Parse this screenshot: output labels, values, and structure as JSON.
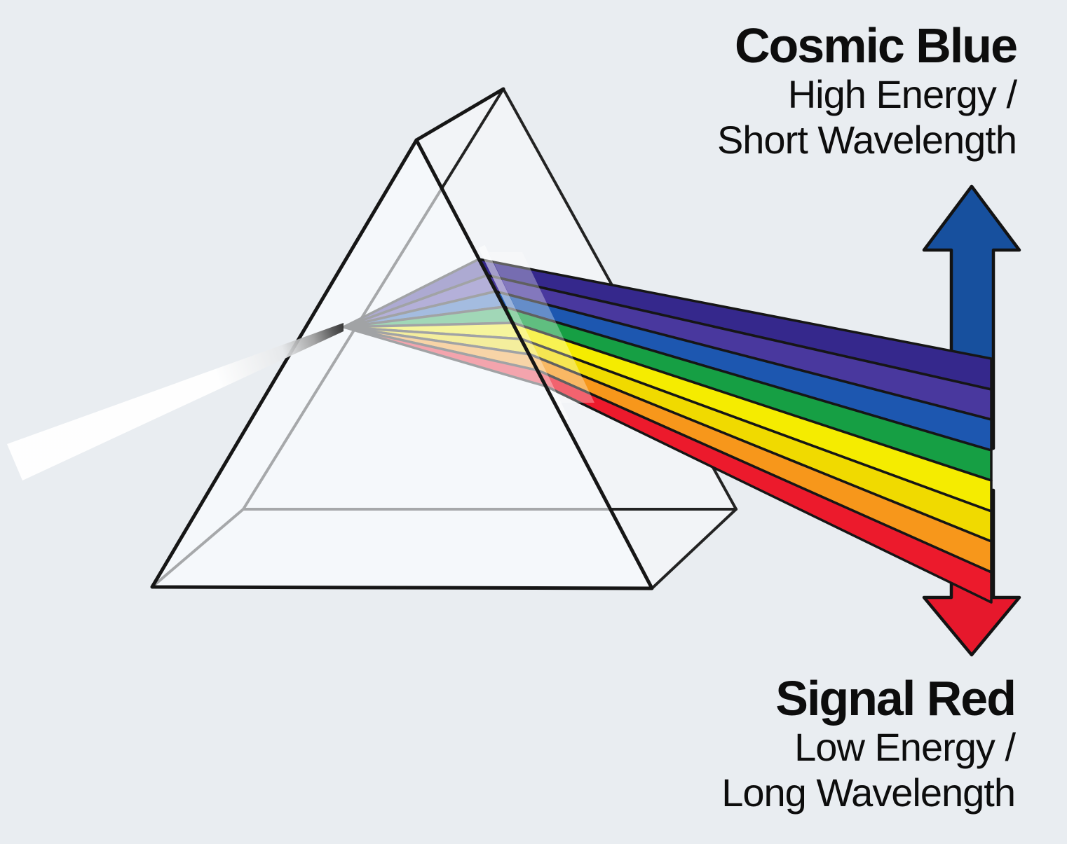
{
  "background_color": "#e9edf1",
  "labels": {
    "top": {
      "title": "Cosmic Blue",
      "subtitle_line1": "High Energy /",
      "subtitle_line2": "Short Wavelength"
    },
    "bottom": {
      "title": "Signal Red",
      "subtitle_line1": "Low Energy /",
      "subtitle_line2": "Long Wavelength"
    }
  },
  "prism": {
    "outline_color": "#161616",
    "back_edge_color": "#232323",
    "glass_tint": "rgba(255,255,255,0.42)"
  },
  "light_beam": {
    "color": "#ffffff",
    "tip_color": "#303030"
  },
  "arrows": {
    "up_color": "#17509e",
    "down_color": "#e6182c",
    "outline_color": "#131313"
  },
  "spectrum": {
    "separator_color": "#161616",
    "bands": [
      {
        "name": "indigo",
        "color": "#35288c"
      },
      {
        "name": "violet",
        "color": "#49389e"
      },
      {
        "name": "blue",
        "color": "#1d57b0"
      },
      {
        "name": "green",
        "color": "#169f44"
      },
      {
        "name": "yellow",
        "color": "#f5ec00"
      },
      {
        "name": "gold",
        "color": "#f0da00"
      },
      {
        "name": "orange",
        "color": "#f7971b"
      },
      {
        "name": "red",
        "color": "#ec1a2c"
      }
    ]
  }
}
